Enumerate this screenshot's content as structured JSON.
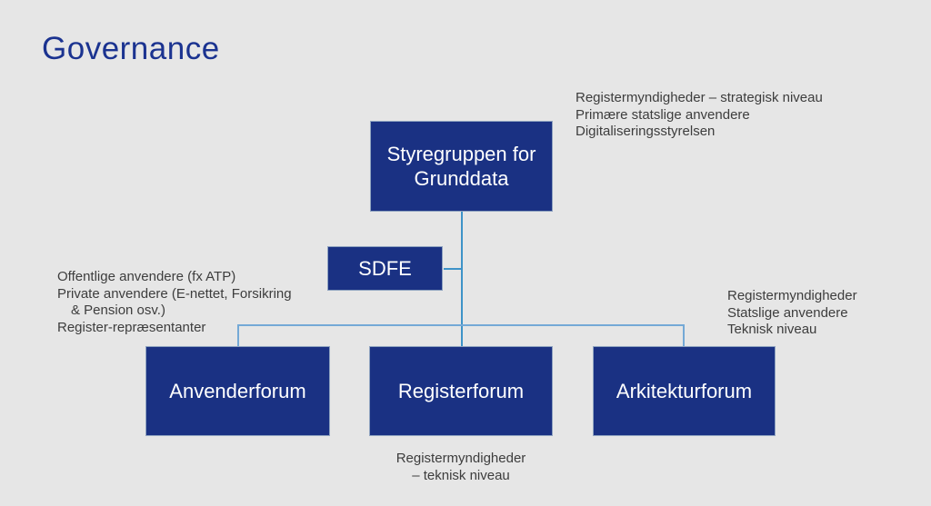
{
  "page": {
    "title": "Governance",
    "background_color": "#e6e6e6",
    "box_fill_color": "#1a3183",
    "title_color": "#1b3390",
    "connector_color_center": "#3e93c8",
    "connector_color_branch": "#74a9d6",
    "annotation_text_color": "#3d3d3d"
  },
  "boxes": {
    "styregruppen": {
      "label": "Styregruppen for Grunddata",
      "line1": "Styregruppen for",
      "line2": "Grunddata"
    },
    "sdfe": {
      "label": "SDFE"
    },
    "anvenderforum": {
      "label": "Anvenderforum"
    },
    "registerforum": {
      "label": "Registerforum"
    },
    "arkitekturforum": {
      "label": "Arkitekturforum"
    }
  },
  "annotations": {
    "top_right": {
      "lines": [
        "Registermyndigheder – strategisk niveau",
        "Primære statslige anvendere",
        "Digitaliseringsstyrelsen"
      ]
    },
    "left": {
      "lines": [
        "Offentlige anvendere (fx ATP)",
        "Private anvendere (E-nettet, Forsikring",
        "& Pension osv.)",
        "Register-repræsentanter"
      ]
    },
    "right": {
      "lines": [
        "Registermyndigheder",
        "Statslige anvendere",
        "Teknisk niveau"
      ]
    },
    "bottom": {
      "lines": [
        "Registermyndigheder",
        "– teknisk niveau"
      ]
    }
  }
}
